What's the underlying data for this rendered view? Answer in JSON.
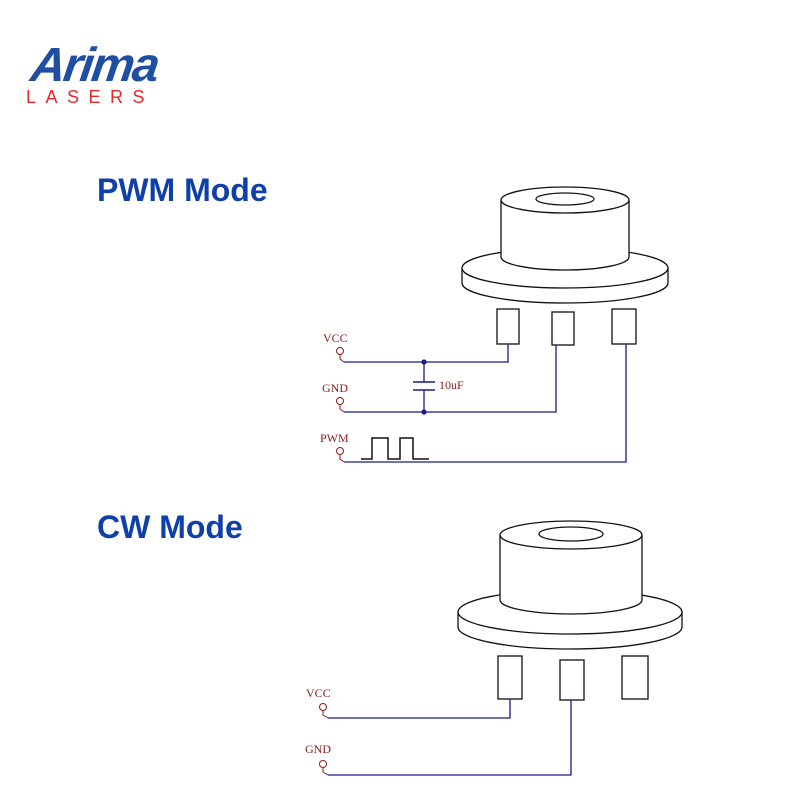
{
  "brand": {
    "name": "Arima",
    "subtitle": "LASERS",
    "name_color": "#1f4ea3",
    "subtitle_color": "#e8262c"
  },
  "title_color": "#0f3fa8",
  "wire_color": "#1a1a8a",
  "label_color": "#8b1a1a",
  "pwm": {
    "title": "PWM Mode",
    "vcc_label": "VCC",
    "gnd_label": "GND",
    "pwm_label": "PWM",
    "capacitor_label": "10uF",
    "icons": [
      "laser-diode-icon",
      "capacitor-icon",
      "square-wave-icon"
    ]
  },
  "cw": {
    "title": "CW Mode",
    "vcc_label": "VCC",
    "gnd_label": "GND",
    "icons": [
      "laser-diode-icon"
    ]
  }
}
